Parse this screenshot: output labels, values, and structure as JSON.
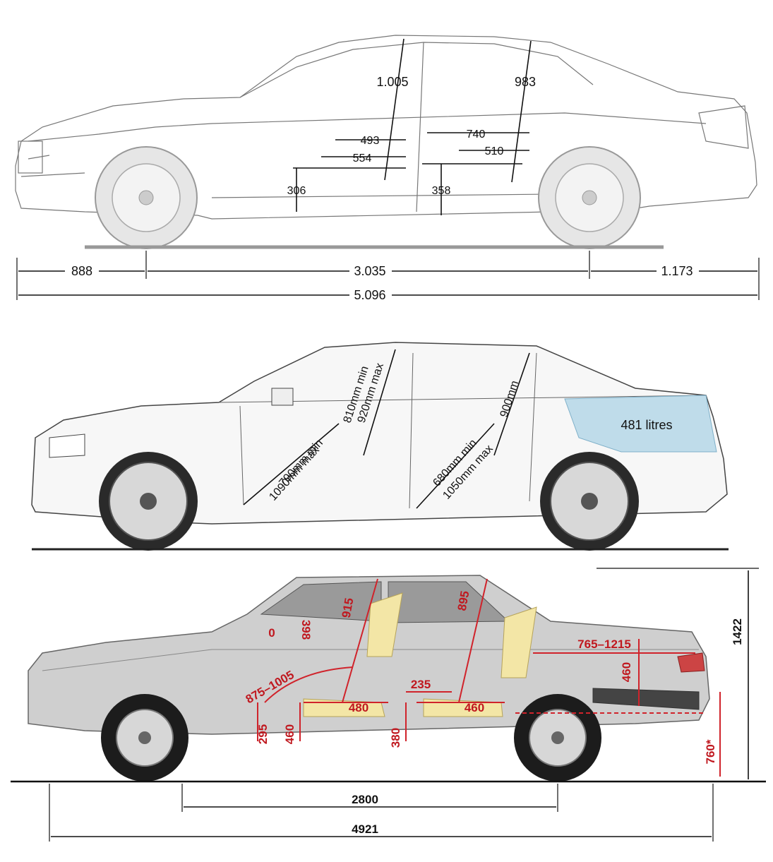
{
  "diagrams": [
    {
      "id": "mercedes",
      "labels": {
        "headroom_front": "1.005",
        "headroom_rear": "983",
        "seat_front_a": "493",
        "seat_front_b": "554",
        "seat_rear_a": "740",
        "seat_rear_b": "510",
        "seat_height_front": "306",
        "seat_height_rear": "358",
        "front_overhang": "888",
        "wheelbase": "3.035",
        "rear_overhang": "1.173",
        "overall_length": "5.096"
      }
    },
    {
      "id": "chrysler",
      "labels": {
        "front_legroom_min": "790mm min",
        "front_legroom_max": "1090mm max",
        "front_headroom_min": "810mm min",
        "front_headroom_max": "920mm max",
        "rear_legroom_min": "680mm min",
        "rear_legroom_max": "1050mm max",
        "rear_headroom": "900mm",
        "boot_volume": "481 litres"
      }
    },
    {
      "id": "volga",
      "labels": {
        "pedal_angle": "0",
        "pedal_dim": "398",
        "front_headroom": "915",
        "rear_headroom": "895",
        "front_legroom": "875–1005",
        "trunk_length": "765–1215",
        "trunk_height": "460",
        "seat_depth_front": "480",
        "seat_depth_rear": "460",
        "knee_gap": "235",
        "floor_front": "295",
        "seat_height_front": "460",
        "seat_height_rear": "380",
        "loading_height": "760*",
        "overall_height": "1422",
        "wheelbase": "2800",
        "overall_length": "4921"
      }
    }
  ],
  "colors": {
    "dimension_red": "#d0232b",
    "seat_yellow": "#f3e6a6",
    "trunk_blue": "#bfdcea"
  }
}
